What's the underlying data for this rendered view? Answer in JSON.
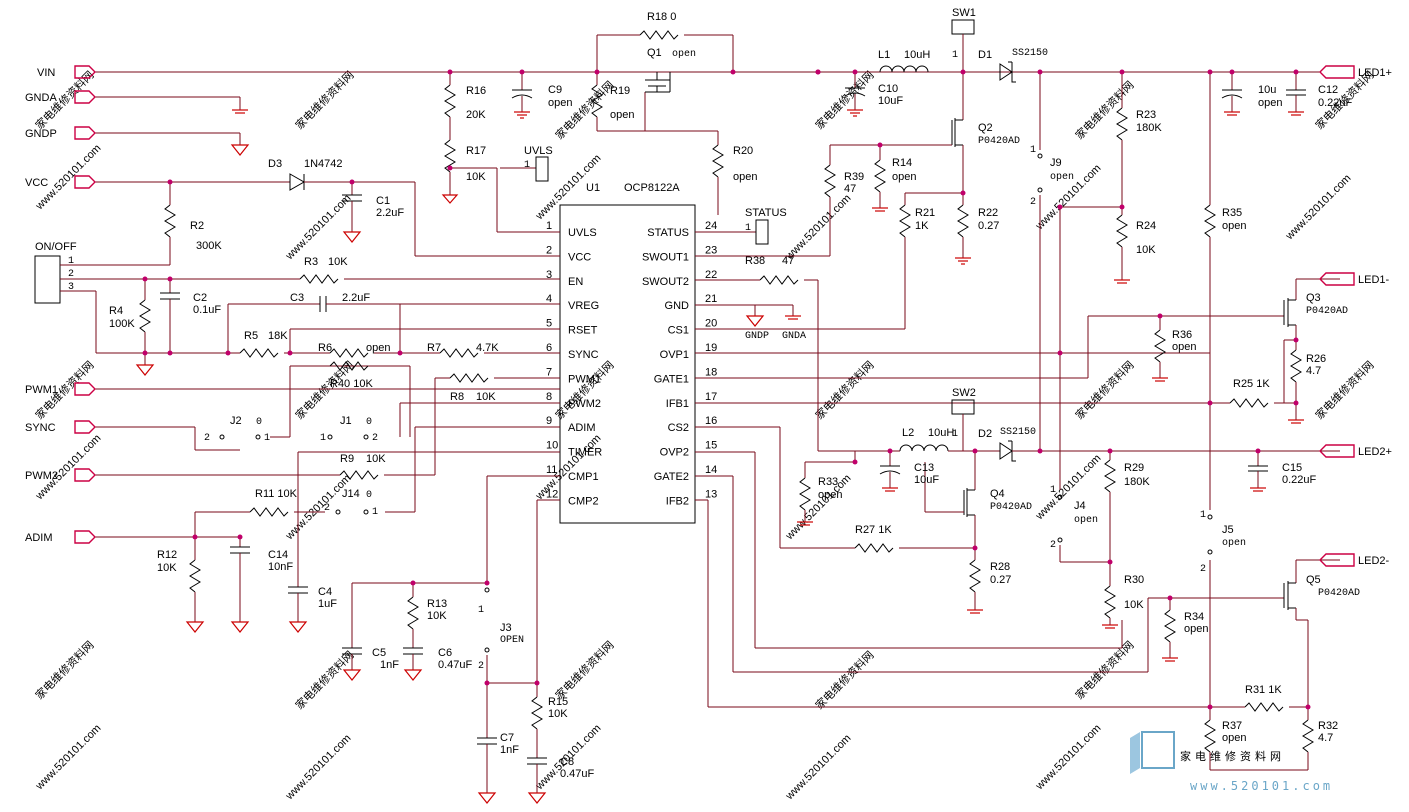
{
  "watermark": {
    "url": "www.520101.com",
    "cn": "家电维修资料网"
  },
  "logo": {
    "text": "家电维修资料网",
    "sub": "www.520101.com",
    "color": "#4a90c0"
  },
  "colors": {
    "wire": "#7a0a1a",
    "pin": "#cc0044",
    "ground": "#cc0000",
    "junction": "#c0006a"
  },
  "ports": {
    "vin": "VIN",
    "gnda": "GNDA",
    "gndp": "GNDP",
    "vcc": "VCC",
    "onoff": "ON/OFF",
    "pwm1": "PWM1",
    "sync": "SYNC",
    "pwm2": "PWM2",
    "adim": "ADIM",
    "led1p": "LED1+",
    "led1m": "LED1-",
    "led2p": "LED2+",
    "led2m": "LED2-"
  },
  "ic": {
    "ref": "U1",
    "part": "OCP8122A",
    "left_pins": [
      {
        "n": "1",
        "name": "UVLS"
      },
      {
        "n": "2",
        "name": "VCC"
      },
      {
        "n": "3",
        "name": "EN"
      },
      {
        "n": "4",
        "name": "VREG"
      },
      {
        "n": "5",
        "name": "RSET"
      },
      {
        "n": "6",
        "name": "SYNC"
      },
      {
        "n": "7",
        "name": "PWM1"
      },
      {
        "n": "8",
        "name": "PWM2"
      },
      {
        "n": "9",
        "name": "ADIM"
      },
      {
        "n": "10",
        "name": "TIMER"
      },
      {
        "n": "11",
        "name": "CMP1"
      },
      {
        "n": "12",
        "name": "CMP2"
      }
    ],
    "right_pins": [
      {
        "n": "24",
        "name": "STATUS"
      },
      {
        "n": "23",
        "name": "SWOUT1"
      },
      {
        "n": "22",
        "name": "SWOUT2"
      },
      {
        "n": "21",
        "name": "GND"
      },
      {
        "n": "20",
        "name": "CS1"
      },
      {
        "n": "19",
        "name": "OVP1"
      },
      {
        "n": "18",
        "name": "GATE1"
      },
      {
        "n": "17",
        "name": "IFB1"
      },
      {
        "n": "16",
        "name": "CS2"
      },
      {
        "n": "15",
        "name": "OVP2"
      },
      {
        "n": "14",
        "name": "GATE2"
      },
      {
        "n": "13",
        "name": "IFB2"
      }
    ]
  },
  "labels": {
    "r18": "R18 0",
    "q1": "Q1",
    "q1v": "open",
    "r16": "R16",
    "r16v": "20K",
    "c9": "C9",
    "c9v": "open",
    "r19": "R19",
    "r19v": "open",
    "r17": "R17",
    "r17v": "10K",
    "uvls": "UVLS",
    "uvls_pin": "1",
    "r20": "R20",
    "r20v": "open",
    "sw1": "SW1",
    "l1": "L1",
    "l1v": "10uH",
    "d1": "D1",
    "d1v": "SS2150",
    "c10": "C10",
    "c10v": "10uF",
    "q2": "Q2",
    "q2v": "P0420AD",
    "r39": "R39",
    "r39v": "47",
    "r14": "R14",
    "r14v": "open",
    "r21": "R21",
    "r21v": "1K",
    "r22": "R22",
    "r22v": "0.27",
    "j9": "J9",
    "j9v": "open",
    "r23": "R23",
    "r23v": "180K",
    "r24": "R24",
    "r24v": "10K",
    "r35": "R35",
    "r35v": "open",
    "c11v1": "10u",
    "c11v2": "open",
    "c12": "C12",
    "c12v": "0.22uF",
    "d3": "D3",
    "d3v": "1N4742",
    "c1": "C1",
    "c1v": "2.2uF",
    "r2": "R2",
    "r2v": "300K",
    "r3": "R3",
    "r3v": "10K",
    "r4": "R4",
    "r4v": "100K",
    "c2": "C2",
    "c2v": "0.1uF",
    "c3": "C3",
    "c3v": "2.2uF",
    "r5": "R5",
    "r5v": "18K",
    "r6": "R6",
    "r6v": "open",
    "r7": "R7",
    "r7v": "4.7K",
    "r40": "R40 10K",
    "r8": "R8",
    "r8v": "10K",
    "j2": "J2",
    "j1": "J1",
    "j14": "J14",
    "jz": "0",
    "r9": "R9",
    "r9v": "10K",
    "r11": "R11 10K",
    "r12": "R12",
    "r12v": "10K",
    "c14": "C14",
    "c14v": "10nF",
    "c4": "C4",
    "c4v": "1uF",
    "c5": "C5",
    "c5v": "1nF",
    "r13": "R13",
    "r13v": "10K",
    "c6": "C6",
    "c6v": "0.47uF",
    "j3": "J3",
    "j3v": "OPEN",
    "r15": "R15",
    "r15v": "10K",
    "c7": "C7",
    "c7v": "1nF",
    "c8": "C8",
    "c8v": "0.47uF",
    "status": "STATUS",
    "status_pin": "1",
    "r38": "R38",
    "r38v": "47",
    "gndp": "GNDP",
    "gnda": "GNDA",
    "q3": "Q3",
    "q3v": "P0420AD",
    "r36": "R36",
    "r36v": "open",
    "r26": "R26",
    "r26v": "4.7",
    "r25": "R25 1K",
    "sw2": "SW2",
    "l2": "L2",
    "l2v": "10uH",
    "d2": "D2",
    "d2v": "SS2150",
    "r33": "R33",
    "r33v": "open",
    "c13": "C13",
    "c13v": "10uF",
    "q4": "Q4",
    "q4v": "P0420AD",
    "r29": "R29",
    "r29v": "180K",
    "c15": "C15",
    "c15v": "0.22uF",
    "j4": "J4",
    "j4v": "open",
    "j5": "J5",
    "j5v": "open",
    "r27": "R27 1K",
    "r28": "R28",
    "r28v": "0.27",
    "r30": "R30",
    "r30v": "10K",
    "r34": "R34",
    "r34v": "open",
    "q5": "Q5",
    "q5v": "P0420AD",
    "r31": "R31 1K",
    "r37": "R37",
    "r37v": "open",
    "r32": "R32",
    "r32v": "4.7",
    "p1": "1",
    "p2": "2",
    "p3": "3"
  }
}
